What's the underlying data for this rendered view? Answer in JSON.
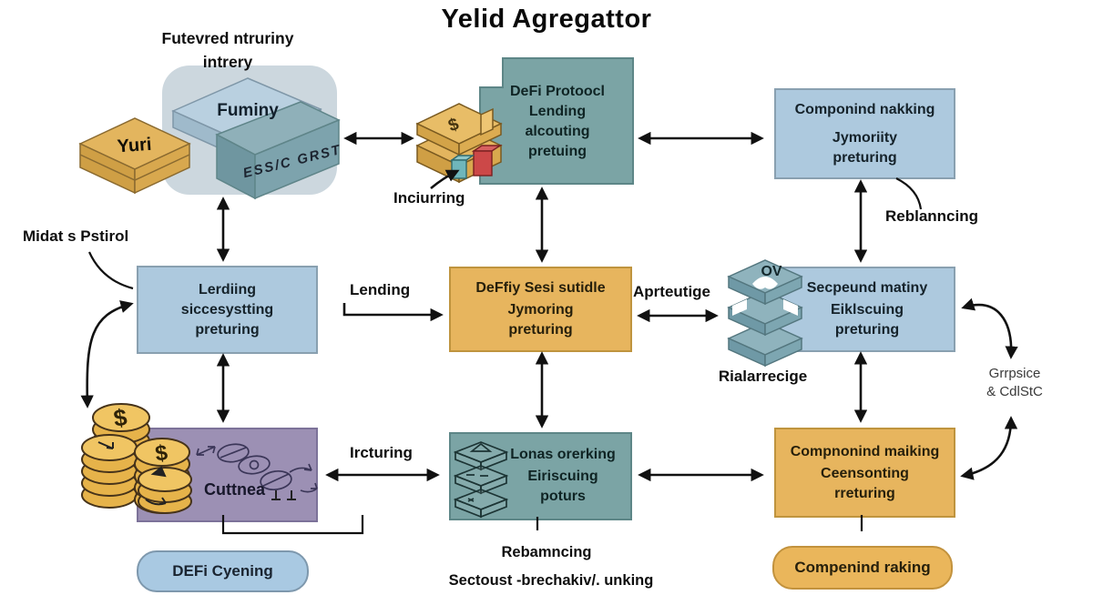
{
  "title": "Yelid Agregattor",
  "cluster": {
    "heading1": "Futevred ntruriny",
    "heading2": "intrery",
    "yuri": "Yuri",
    "fuminy": "Fuminy",
    "essic": "ESS/C GRST"
  },
  "icons": {
    "dollar": "$",
    "ov": "OV"
  },
  "boxes": {
    "defi_protocol": {
      "title": "DeFi Protoocl",
      "lines": [
        "Lending",
        "alcouting",
        "pretuing"
      ]
    },
    "componind": {
      "title": "Componind nakking",
      "lines": [
        "Jymoriity",
        "preturing"
      ]
    },
    "lerding": {
      "lines": [
        "Lerdiing",
        "siccesystting",
        "preturing"
      ]
    },
    "defily": {
      "title": "DeFfiy Sesi sutidle",
      "lines": [
        "Jymoring",
        "preturing"
      ]
    },
    "secpeund": {
      "title": "Secpeund matiny",
      "lines": [
        "Eiklscuing",
        "preturing"
      ]
    },
    "cuttnea": {
      "label": "Cuttnea"
    },
    "lonas": {
      "title": "Lonas orerking",
      "lines": [
        "Eiriscuing",
        "poturs"
      ]
    },
    "compnonind": {
      "title": "Compnonind maiking",
      "lines": [
        "Ceensonting",
        "rreturing"
      ]
    }
  },
  "labels": {
    "inciurring": "Inciurring",
    "reblanncing": "Reblanncing",
    "midat": "Midat s Pstirol",
    "lending": "Lending",
    "aprteutige": "Aprteutige",
    "rialarrecige": "Rialarrecige",
    "grpsice1": "Grrpsice",
    "grpsice2": "& CdlStC",
    "ircturing": "Ircturing",
    "rebamncing": "Rebamncing",
    "sectoust": "Sectoust -brechakiv/. unking"
  },
  "pills": {
    "defi_cyening": "DEFi Cyening",
    "compenind": "Compenind raking"
  },
  "colors": {
    "teal_box": "#7ba4a5",
    "blue_box": "#adc9de",
    "gold_box": "#e7b55e",
    "purple_box": "#9c90b4",
    "coin_gold": "#edbd55",
    "arrow": "#111111",
    "background": "#ffffff"
  }
}
